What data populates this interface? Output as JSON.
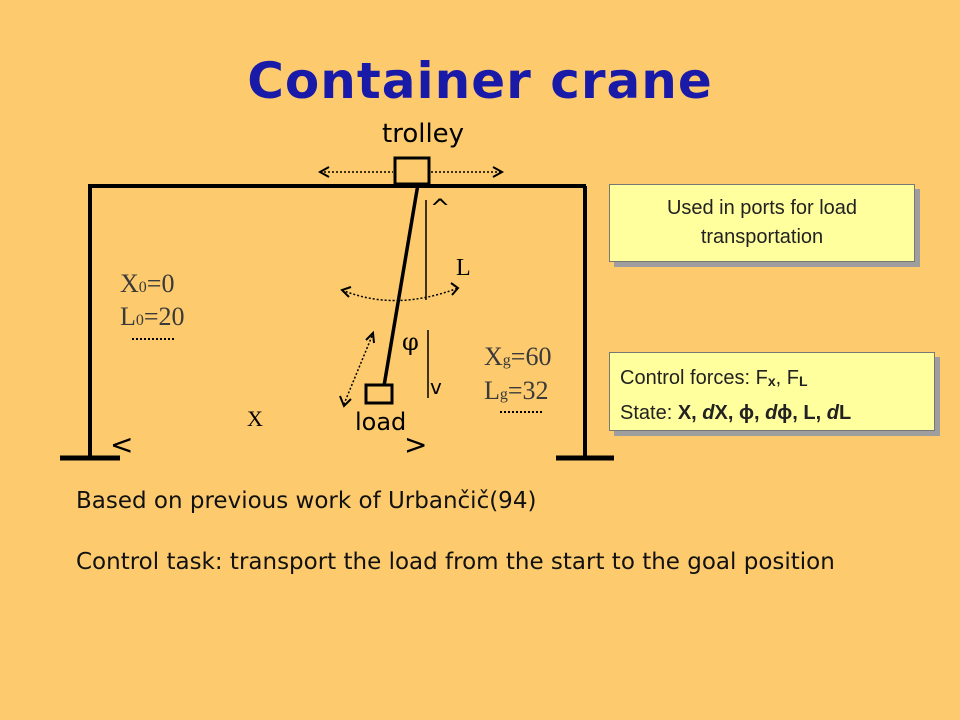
{
  "title": "Container crane",
  "diagram": {
    "trolley_label": "trolley",
    "load_label": "load",
    "L_label": "L",
    "phi_label": "φ",
    "X_label": "X",
    "start": {
      "x_name": "X",
      "x_sub": "0",
      "x_value": "=0",
      "l_name": "L",
      "l_sub": "0",
      "l_value": "=20"
    },
    "goal": {
      "x_name": "X",
      "x_sub": "g",
      "x_value": "=60",
      "l_name": "L",
      "l_sub": "g",
      "l_value": "=32"
    },
    "bracket_left": "<",
    "bracket_right": ">",
    "chevron_up": "^",
    "chevron_down": "v"
  },
  "callout_usage": "Used in ports for load transportation",
  "callout_state": {
    "forces_prefix": "Control forces: F",
    "forces_sub1": "x",
    "forces_sep": ", F",
    "forces_sub2": "L",
    "state_prefix": "State: ",
    "state_1": "X, ",
    "state_d1": "d",
    "state_2": "X, ",
    "state_phi1": "ϕ",
    "state_3": ", ",
    "state_d2": "d",
    "state_phi2": "ϕ",
    "state_4": ", L, ",
    "state_d3": "d",
    "state_5": "L"
  },
  "paragraph_1": "Based on previous work of Urbančič(94)",
  "paragraph_2": "Control task: transport the load from the start to the goal position"
}
